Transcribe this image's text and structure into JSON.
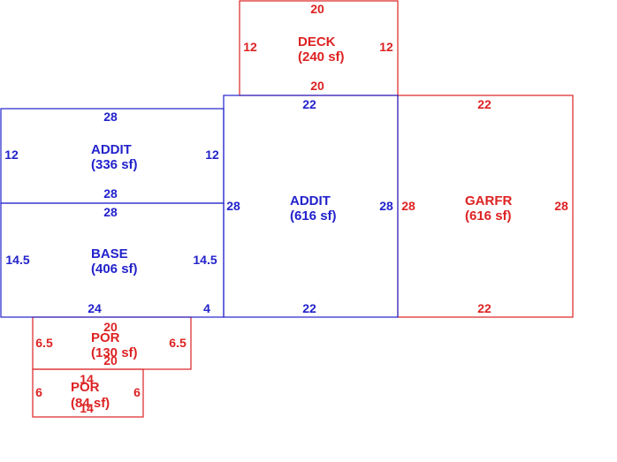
{
  "colors": {
    "blue": "#2222cc",
    "red": "#dd2222",
    "background": "#ffffff"
  },
  "rooms": {
    "deck": {
      "name": "DECK",
      "area": "(240 sf)",
      "top": "20",
      "bottom": "20",
      "left": "12",
      "right": "12",
      "color": "red"
    },
    "addit1": {
      "name": "ADDIT",
      "area": "(336 sf)",
      "top": "28",
      "bottom": "28",
      "left": "12",
      "right": "12",
      "color": "blue"
    },
    "base": {
      "name": "BASE",
      "area": "(406 sf)",
      "top": "28",
      "bottom": "24",
      "bottom_extra": "4",
      "left": "14.5",
      "right": "14.5",
      "color": "blue"
    },
    "addit2": {
      "name": "ADDIT",
      "area": "(616 sf)",
      "top": "22",
      "bottom": "22",
      "left": "28",
      "right": "28",
      "color": "blue"
    },
    "garfr": {
      "name": "GARFR",
      "area": "(616 sf)",
      "top": "22",
      "bottom": "22",
      "left": "28",
      "right": "28",
      "color": "red"
    },
    "por1": {
      "name": "POR",
      "area": "(130 sf)",
      "top": "20",
      "bottom": "20",
      "left": "6.5",
      "right": "6.5",
      "color": "red"
    },
    "por2": {
      "name": "POR",
      "area": "(84 sf)",
      "top": "14",
      "bottom": "14",
      "left": "6",
      "right": "6",
      "color": "red"
    }
  }
}
